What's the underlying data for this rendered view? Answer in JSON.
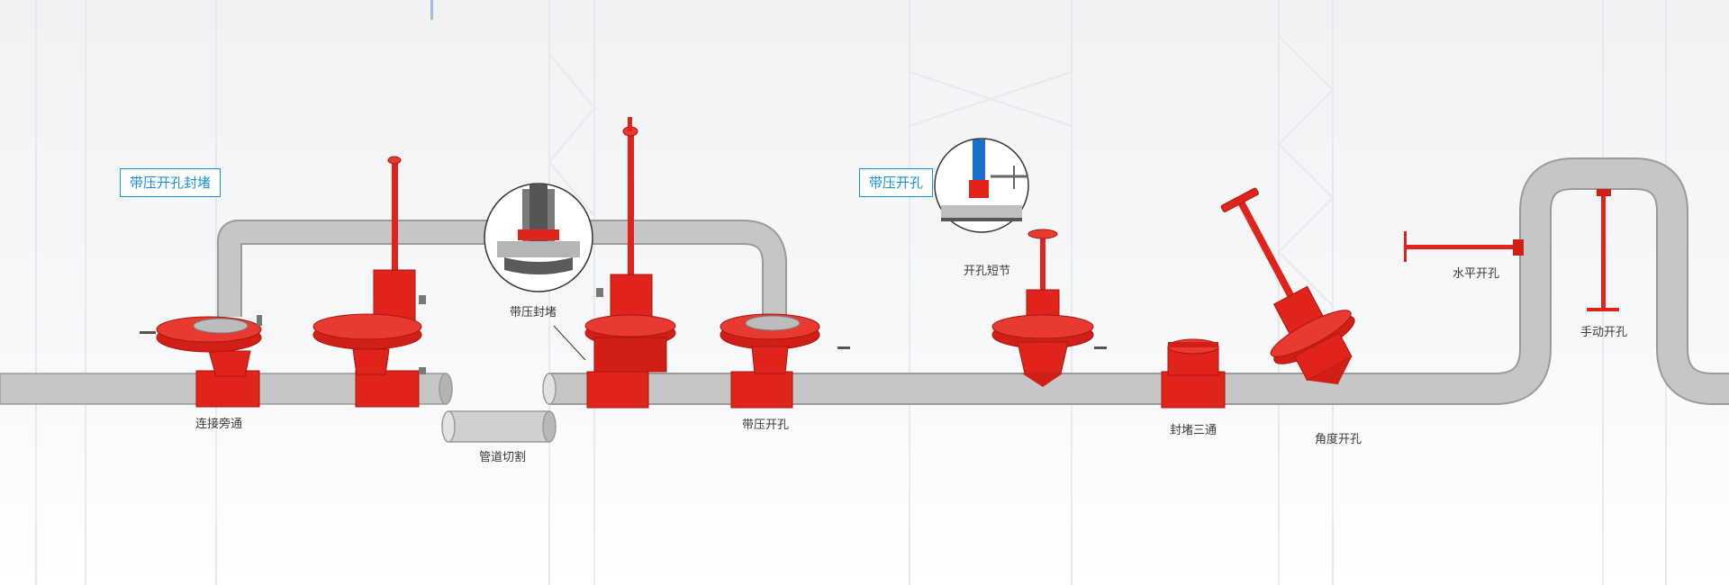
{
  "tags": {
    "section_1": "带压开孔封堵",
    "section_2": "带压开孔"
  },
  "labels": {
    "bypass": "连接旁通",
    "pipe_cut": "管道切割",
    "plugging": "带压封堵",
    "hot_tap_main": "带压开孔",
    "nipple": "开孔短节",
    "plug_tee": "封堵三通",
    "angle_tap": "角度开孔",
    "horizontal_tap": "水平开孔",
    "manual_tap": "手动开孔"
  },
  "colors": {
    "pipe": "#c6c6c6",
    "pipe_outline": "#9a9a9a",
    "equipment": "#e1241b",
    "equipment_dark": "#a9160f",
    "accent": "#1a8fd8",
    "drill_blue": "#1b6ec9"
  }
}
